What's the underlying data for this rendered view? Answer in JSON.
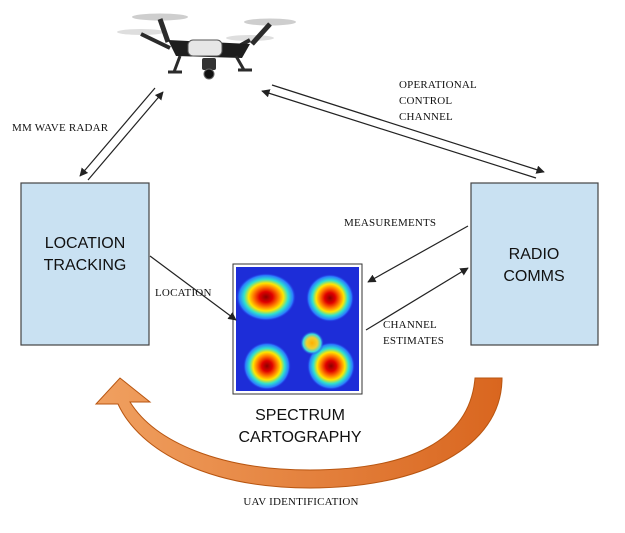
{
  "colors": {
    "box_fill": "#c9e1f2",
    "box_stroke": "#444444",
    "arrow": "#222222",
    "feedback_arrow": "#e8792a",
    "heatmap_background": "#1d2dd8"
  },
  "icons": {
    "drone": "quadcopter-drone-icon"
  },
  "boxes": {
    "location_tracking": {
      "line1": "LOCATION",
      "line2": "TRACKING"
    },
    "radio_comms": {
      "line1": "RADIO",
      "line2": "COMMS"
    }
  },
  "labels": {
    "mm_wave_radar": "MM WAVE RADAR",
    "operational_control_channel": [
      "OPERATIONAL",
      "CONTROL",
      "CHANNEL"
    ],
    "measurements": "MEASUREMENTS",
    "location": "LOCATION",
    "channel_estimates": [
      "CHANNEL",
      "ESTIMATES"
    ],
    "spectrum_cartography": [
      "SPECTRUM",
      "CARTOGRAPHY"
    ],
    "uav_identification": "UAV IDENTIFICATION"
  }
}
